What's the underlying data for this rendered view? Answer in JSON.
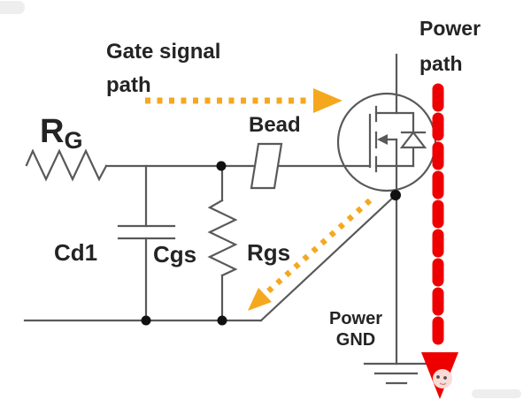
{
  "labels": {
    "gate_signal_path": {
      "line1": "Gate signal",
      "line2": "path"
    },
    "power_path": {
      "line1": "Power",
      "line2": "path"
    },
    "rg": {
      "main": "R",
      "subscript": "G"
    },
    "bead": "Bead",
    "cd1": "Cd1",
    "cgs": "Cgs",
    "rgs": "Rgs",
    "power_gnd": {
      "line1": "Power",
      "line2": "GND"
    }
  },
  "colors": {
    "background": "#FFFFFF",
    "wire": "#58595B",
    "text": "#242424",
    "dot": "#111111",
    "gate_accent": "#F5A81E",
    "power_accent": "#EE0000",
    "bead_fill": "#FFFFFF"
  },
  "icons": {
    "gate_signal_arrow": "orange-dashed-arrow-right",
    "gate_return_arrow": "orange-dashed-arrow-down-left",
    "power_path_arrow": "red-dashed-arrow-down",
    "mosfet": "n-channel-mosfet-with-body-diode",
    "ground": "earth-ground-symbol"
  }
}
